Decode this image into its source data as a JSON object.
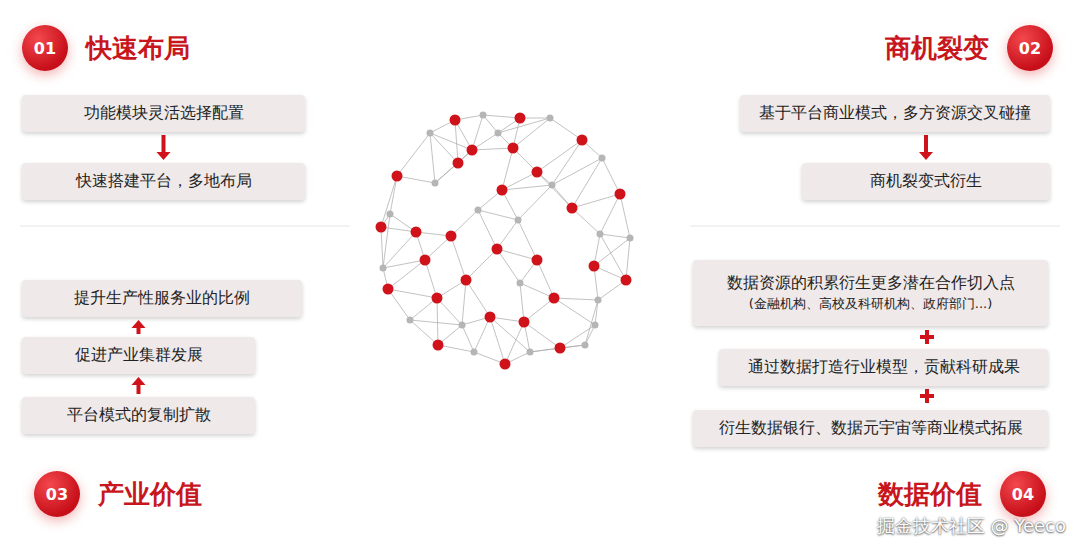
{
  "diagram": {
    "nodes": [
      {
        "text": [
          "01",
          "快速布局"
        ]
      },
      {
        "text": [
          "功能模块灵活选择配置"
        ]
      },
      {
        "text": [
          "快速搭建平台，多地布局"
        ]
      },
      {
        "text": [
          "02",
          "商机裂变"
        ]
      },
      {
        "text": [
          "基于平台商业模式，多方资源交叉碰撞"
        ]
      },
      {
        "text": [
          "商机裂变式衍生"
        ]
      },
      {
        "text": [
          "提升生产性服务业的比例"
        ]
      },
      {
        "text": [
          "促进产业集群发展"
        ]
      },
      {
        "text": [
          "平台模式的复制扩散"
        ]
      },
      {
        "text": [
          "03",
          "产业价值"
        ]
      },
      {
        "text": [
          "数据资源的积累衍生更多潜在合作切入点",
          "(金融机构、高校及科研机构、政府部门...)"
        ]
      },
      {
        "text": [
          "通过数据打造行业模型，贡献科研成果"
        ]
      },
      {
        "text": [
          "衍生数据银行、数据元宇宙等商业模式拓展"
        ]
      },
      {
        "text": [
          "04",
          "数据价值"
        ]
      }
    ],
    "edges": [
      {
        "from": 1,
        "to": 2,
        "arrow": "to"
      },
      {
        "from": 4,
        "to": 5,
        "arrow": "to"
      },
      {
        "from": 8,
        "to": 7,
        "arrow": "to"
      },
      {
        "from": 7,
        "to": 6,
        "arrow": "to"
      }
    ],
    "labels": [
      "掘金技术社区 @ Yeeco"
    ]
  }
}
